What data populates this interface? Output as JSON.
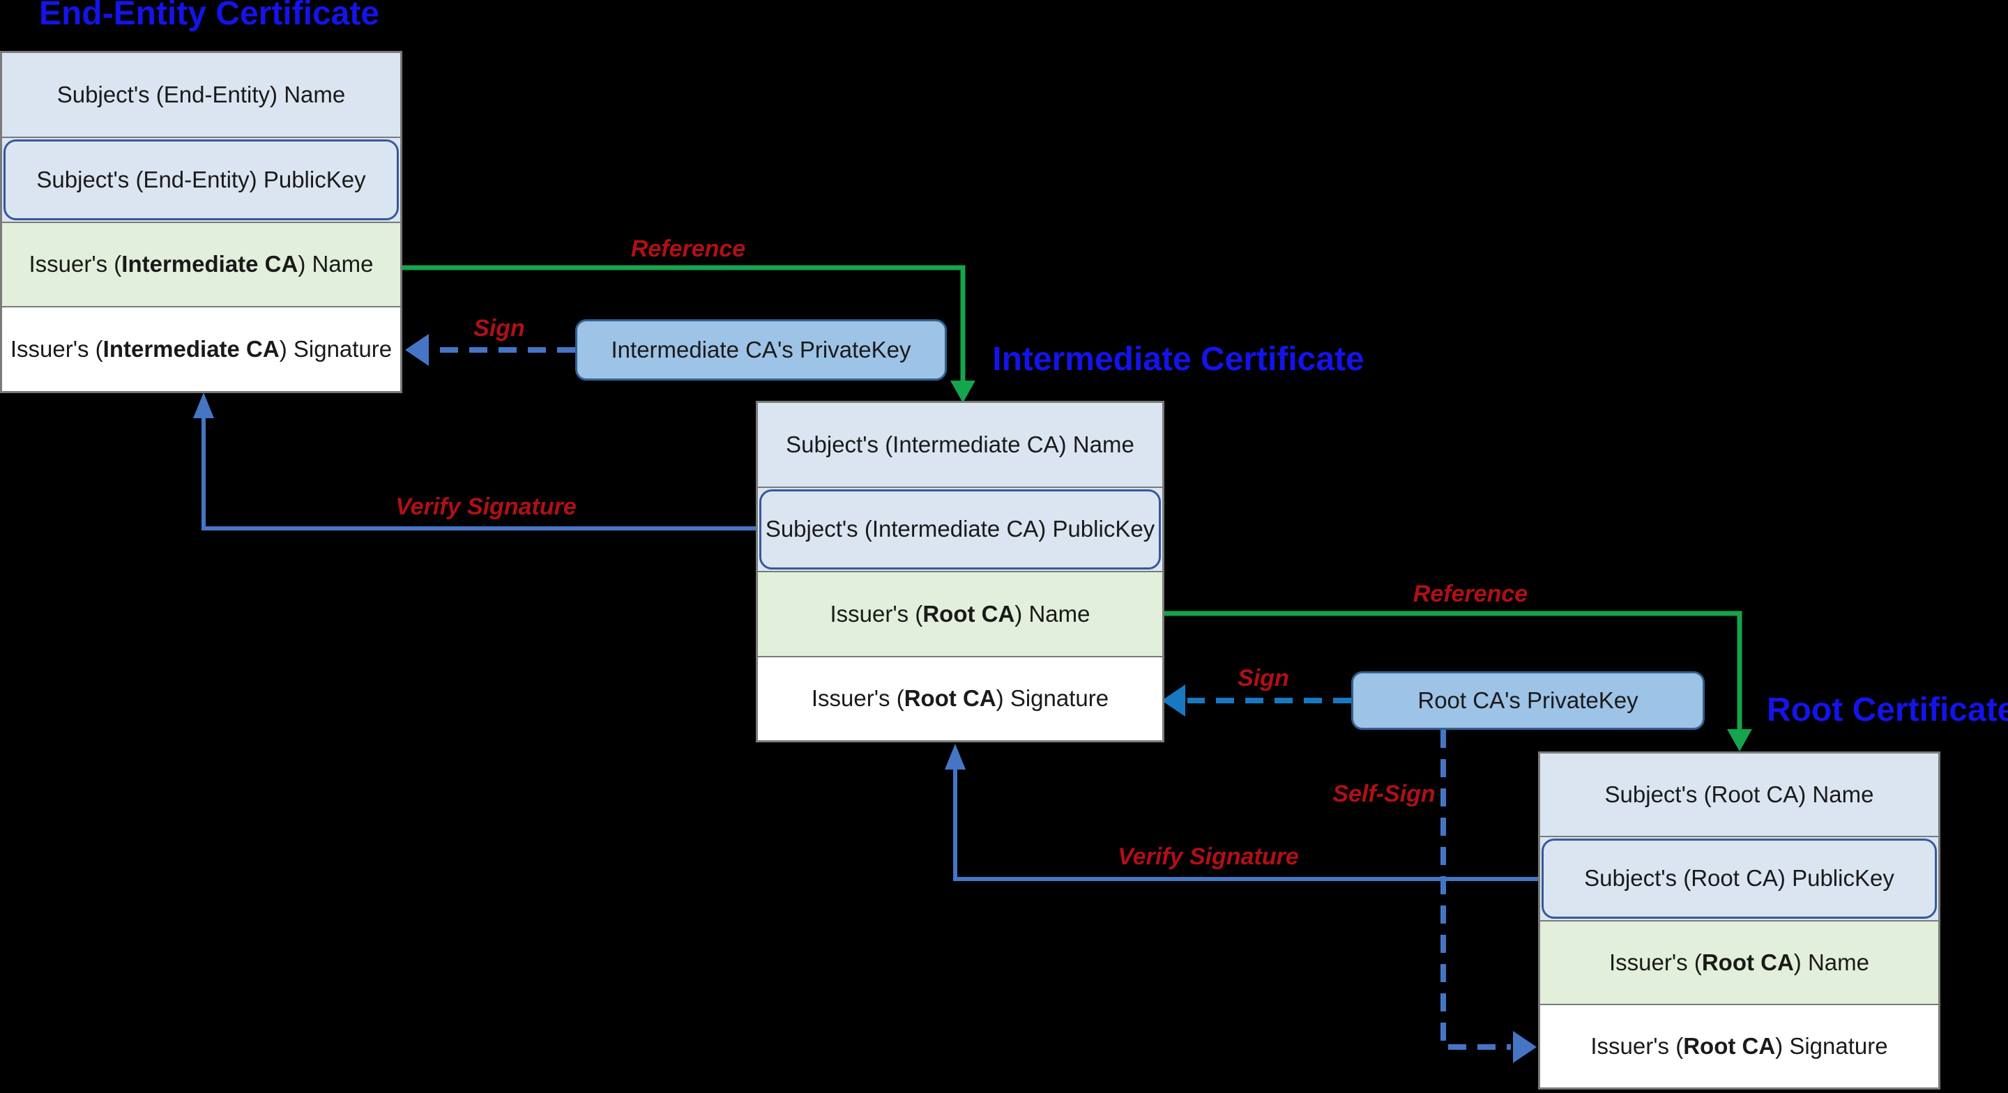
{
  "diagram": {
    "type": "certificate-chain-of-trust"
  },
  "certificates": [
    {
      "title": "End-Entity Certificate",
      "rows": [
        {
          "pre": "Subject's (End-Entity) Name",
          "bold": "",
          "post": ""
        },
        {
          "pre": "Subject's (End-Entity) PublicKey",
          "bold": "",
          "post": ""
        },
        {
          "pre": "Issuer's (",
          "bold": "Intermediate CA",
          "post": ") Name"
        },
        {
          "pre": "Issuer's (",
          "bold": "Intermediate CA",
          "post": ") Signature"
        }
      ]
    },
    {
      "title": "Intermediate Certificate",
      "rows": [
        {
          "pre": "Subject's (Intermediate CA) Name",
          "bold": "",
          "post": ""
        },
        {
          "pre": "Subject's (Intermediate CA) PublicKey",
          "bold": "",
          "post": ""
        },
        {
          "pre": "Issuer's (",
          "bold": "Root CA",
          "post": ") Name"
        },
        {
          "pre": "Issuer's (",
          "bold": "Root CA",
          "post": ") Signature"
        }
      ]
    },
    {
      "title": "Root Certificate",
      "rows": [
        {
          "pre": "Subject's (Root CA) Name",
          "bold": "",
          "post": ""
        },
        {
          "pre": "Subject's (Root CA) PublicKey",
          "bold": "",
          "post": ""
        },
        {
          "pre": "Issuer's (",
          "bold": "Root CA",
          "post": ") Name"
        },
        {
          "pre": "Issuer's (",
          "bold": "Root CA",
          "post": ") Signature"
        }
      ]
    }
  ],
  "keys": [
    {
      "label": "Intermediate CA's PrivateKey"
    },
    {
      "label": "Root CA's PrivateKey"
    }
  ],
  "connectors": [
    {
      "label": "Reference",
      "style": "solid",
      "color": "green",
      "from": "end-entity issuer name",
      "to": "intermediate certificate top"
    },
    {
      "label": "Sign",
      "style": "dashed",
      "color": "cornflower-blue",
      "from": "intermediate ca privatekey",
      "to": "end-entity issuer signature"
    },
    {
      "label": "Verify Signature",
      "style": "solid",
      "color": "cornflower-blue",
      "from": "intermediate subject publickey",
      "to": "end-entity certificate bottom"
    },
    {
      "label": "Reference",
      "style": "solid",
      "color": "green",
      "from": "intermediate issuer name",
      "to": "root certificate top"
    },
    {
      "label": "Sign",
      "style": "dashed",
      "color": "azure-blue",
      "from": "root ca privatekey",
      "to": "intermediate issuer signature"
    },
    {
      "label": "Verify Signature",
      "style": "solid",
      "color": "cornflower-blue",
      "from": "root subject publickey",
      "to": "intermediate certificate bottom"
    },
    {
      "label": "Self-Sign",
      "style": "dashed",
      "color": "cornflower-blue",
      "from": "root ca privatekey",
      "to": "root issuer signature"
    }
  ],
  "colors": {
    "title-blue": "#1414ea",
    "label-red": "#b01015",
    "green": "#16a44c",
    "blue": "#4575c4",
    "azure": "#1879c2",
    "row-blue": "#dbe5f1",
    "row-green": "#e2efda",
    "row-white": "#ffffff",
    "key-fill": "#9dc3e6",
    "key-border": "#31618f",
    "box-border": "#7a7a7a",
    "pubkey-border": "#35599c",
    "text-dark": "#1a1a1a",
    "background": "#000000"
  }
}
